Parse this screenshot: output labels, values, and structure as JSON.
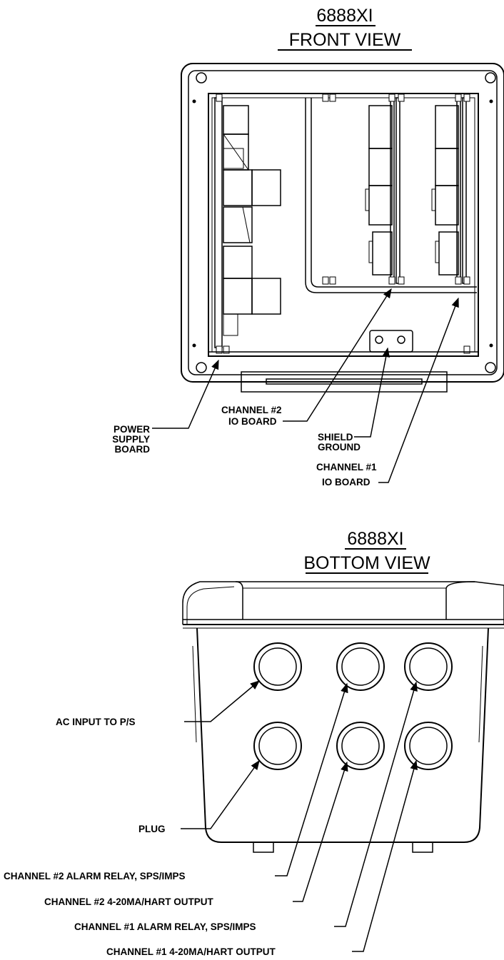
{
  "front_view": {
    "title_line1": "6888XI",
    "title_line2": "FRONT VIEW",
    "labels": {
      "power_supply": [
        "POWER",
        "SUPPLY",
        "BOARD"
      ],
      "channel2_io": [
        "CHANNEL #2",
        "IO BOARD"
      ],
      "shield_ground": [
        "SHIELD",
        "GROUND"
      ],
      "channel1_io": [
        "CHANNEL #1",
        "IO BOARD"
      ]
    }
  },
  "bottom_view": {
    "title_line1": "6888XI",
    "title_line2": "BOTTOM VIEW",
    "labels": {
      "ac_input": "AC INPUT TO P/S",
      "plug": "PLUG",
      "ch2_alarm": "CHANNEL #2 ALARM RELAY, SPS/IMPS",
      "ch2_output": "CHANNEL #2 4-20MA/HART OUTPUT",
      "ch1_alarm": "CHANNEL #1 ALARM RELAY, SPS/IMPS",
      "ch1_output": "CHANNEL #1 4-20MA/HART OUTPUT"
    }
  }
}
